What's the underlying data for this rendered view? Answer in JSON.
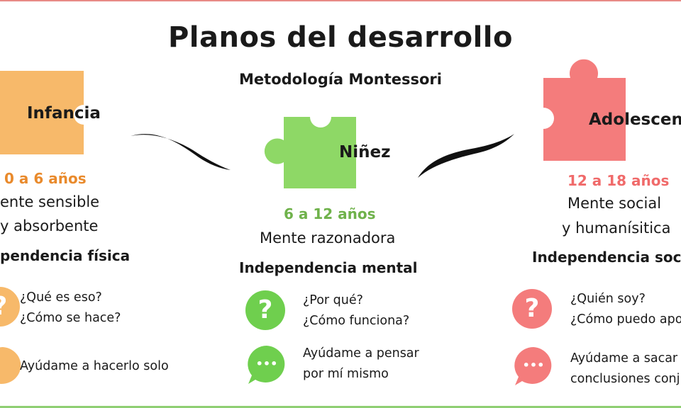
{
  "title": "Planos del desarrollo",
  "subtitle": "Metodología Montessori",
  "colors": {
    "infancia": "#f7b96a",
    "ninez": "#8ed866",
    "adolescencia": "#f47c7c",
    "infancia_text": "#e98a2c",
    "ninez_text": "#6fb24b",
    "adolescencia_text": "#f06a6a"
  },
  "stages": [
    {
      "name": "Infancia",
      "age": "0 a 6 años",
      "mind_lines": [
        "ente sensible",
        "y absorbente"
      ],
      "independence": "pendencia física",
      "questions": [
        "¿Qué es eso?",
        "¿Cómo se hace?"
      ],
      "help_lines": [
        "Ayúdame a hacerlo solo"
      ],
      "icons": [
        "question-icon",
        "speech-bubble-icon"
      ]
    },
    {
      "name": "Niñez",
      "age": "6 a 12 años",
      "mind_lines": [
        "Mente razonadora"
      ],
      "independence": "Independencia mental",
      "questions": [
        "¿Por qué?",
        "¿Cómo funciona?"
      ],
      "help_lines": [
        "Ayúdame a pensar",
        "por mí mismo"
      ],
      "icons": [
        "question-icon",
        "speech-bubble-icon"
      ]
    },
    {
      "name": "Adolescen",
      "age": "12 a 18 años",
      "mind_lines": [
        "Mente social",
        "y humanísitica"
      ],
      "independence": "Independencia soc",
      "questions": [
        "¿Quién soy?",
        "¿Cómo puedo apo"
      ],
      "help_lines": [
        "Ayúdame a sacar",
        "conclusiones conj"
      ],
      "icons": [
        "question-icon",
        "speech-bubble-icon"
      ]
    }
  ],
  "icon_glyphs": {
    "question": "?",
    "bubble": "•••"
  }
}
